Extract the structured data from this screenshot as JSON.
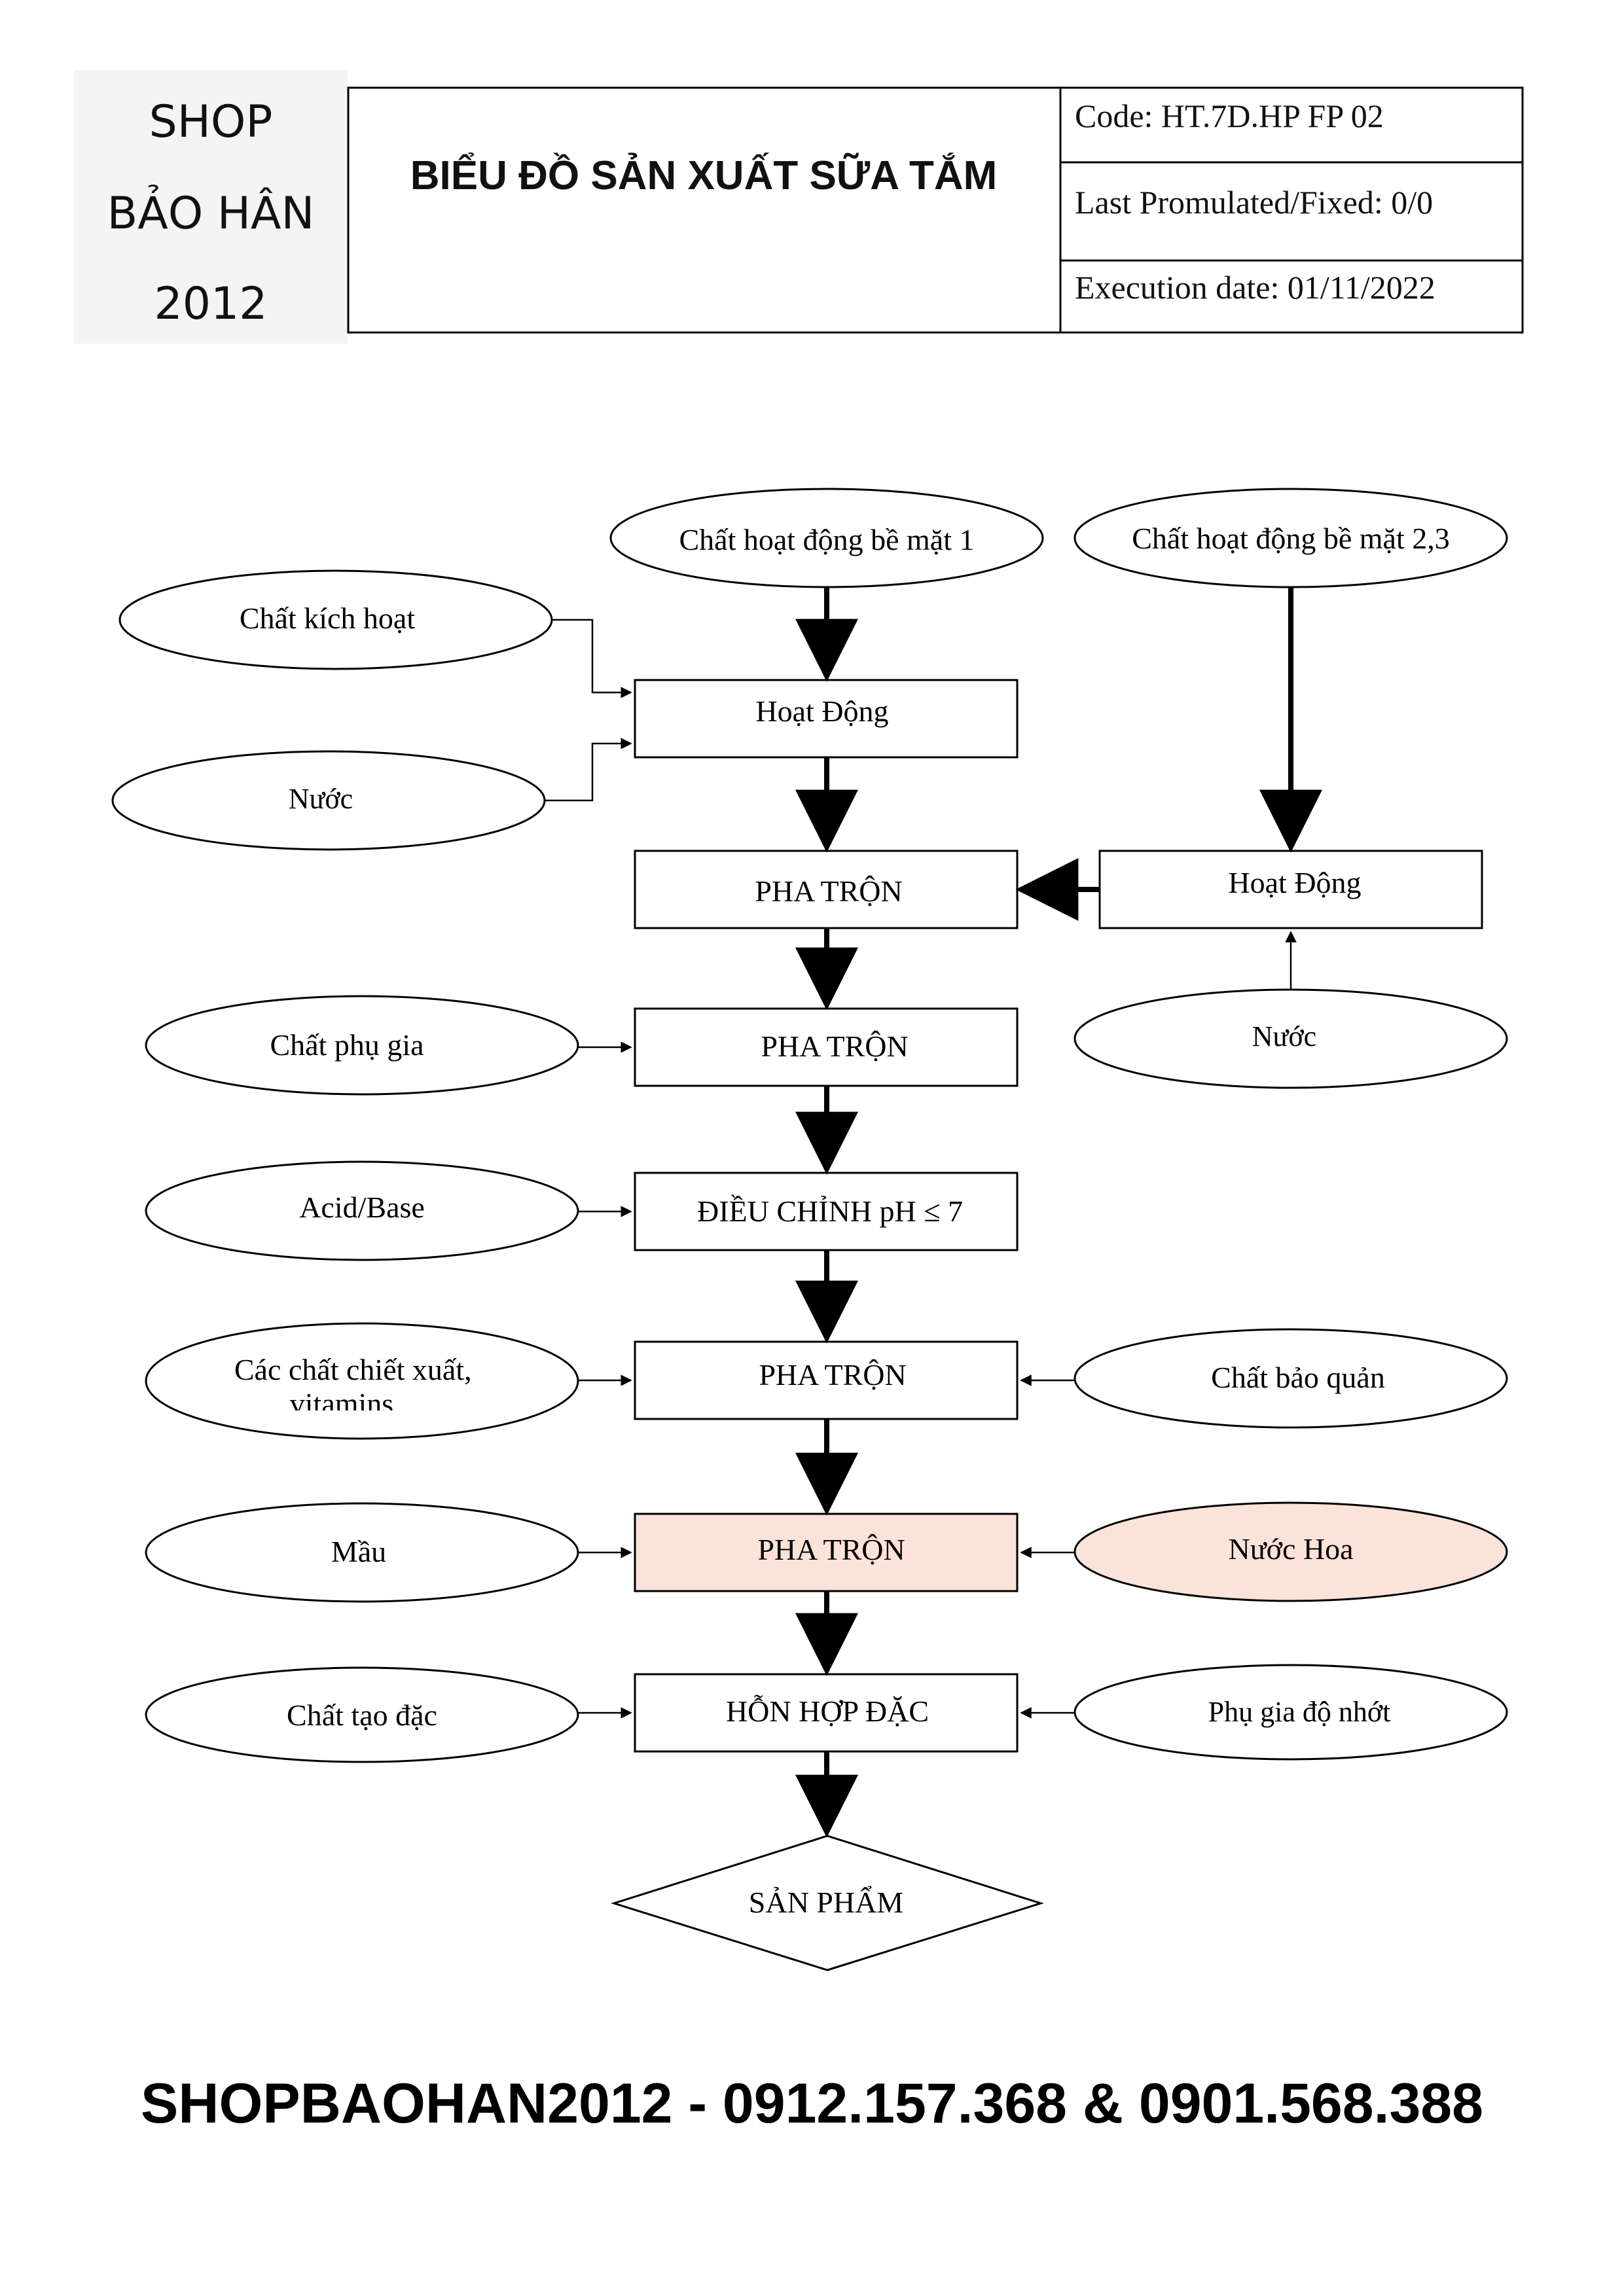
{
  "header": {
    "logo_lines": [
      "SHOP",
      "BẢO HÂN",
      "2012"
    ],
    "title": "BIỂU ĐỒ SẢN XUẤT SỮA TẮM",
    "code": "Code: HT.7D.HP FP 02",
    "last_promulgated": "Last Promulated/Fixed: 0/0",
    "execution_date": "Execution date: 01/11/2022"
  },
  "flow": {
    "inputs": {
      "surfactant_1": "Chất hoạt động bề mặt 1",
      "surfactant_23": "Chất hoạt động bề mặt 2,3",
      "activator": "Chất kích hoạt",
      "water_left": "Nước",
      "water_right": "Nước",
      "additive": "Chất phụ gia",
      "acid_base": "Acid/Base",
      "extracts": "Các chất chiết xuất, vitamins",
      "preservative": "Chất bảo quản",
      "color": "Mầu",
      "perfume": "Nước Hoa",
      "thickener": "Chất tạo đặc",
      "viscosity_additive": "Phụ gia độ nhớt"
    },
    "steps": {
      "activate_main": "Hoạt Động",
      "mix_1": "PHA TRỘN",
      "activate_side": "Hoạt Động",
      "mix_2": "PHA TRỘN",
      "adjust_ph": "ĐIỀU CHỈNH pH ≤ 7",
      "mix_3": "PHA TRỘN",
      "mix_4": "PHA TRỘN",
      "thick_mix": "HỖN HỢP ĐẶC",
      "product": "SẢN PHẨM"
    },
    "colors": {
      "highlight_fill": "#fbe3d9",
      "stroke": "#000000"
    }
  },
  "footer": {
    "contact": "SHOPBAOHAN2012 - 0912.157.368  & 0901.568.388"
  }
}
